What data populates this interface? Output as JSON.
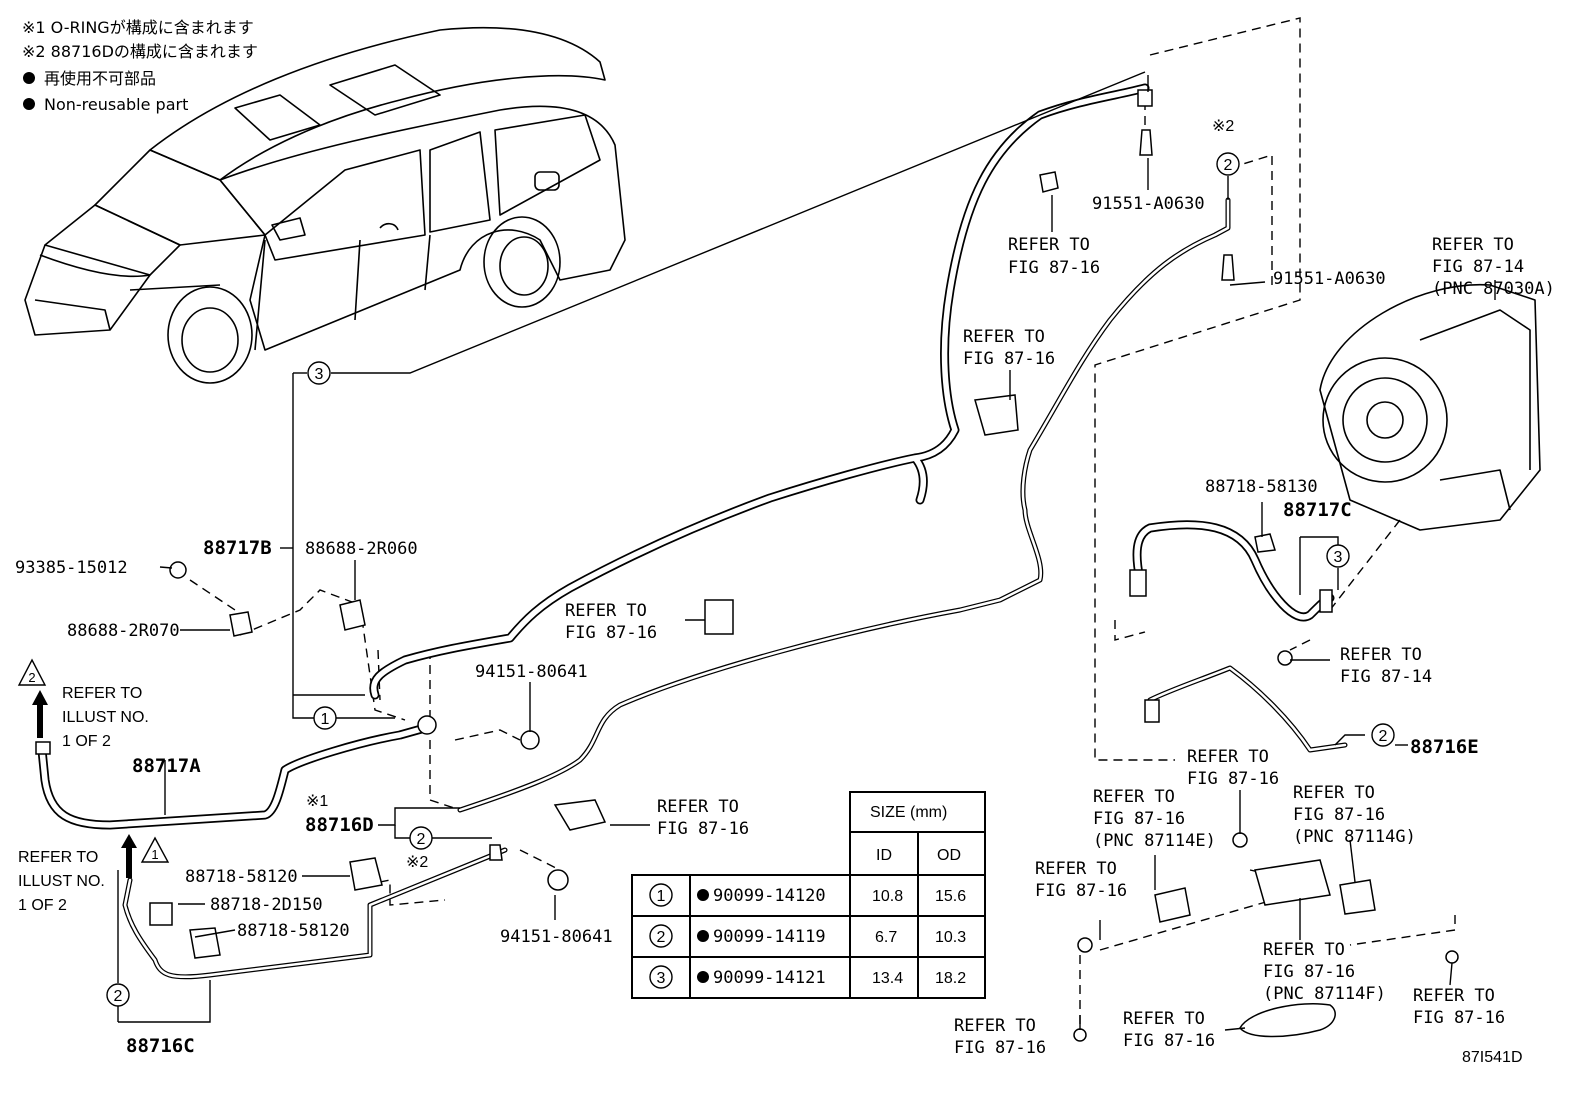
{
  "notes": {
    "note1": "※1 O-RINGが構成に含まれます",
    "note2": "※2 88716Dの構成に含まれます",
    "legend_jp": "再使用不可部品",
    "legend_en": "Non-reusable part"
  },
  "callouts": {
    "c1": "1",
    "c2": "2",
    "c3": "3",
    "tri2": "2",
    "tri1": "1",
    "mark1": "※1",
    "mark2": "※2"
  },
  "parts": {
    "p_88717B": "88717B",
    "p_88717A": "88717A",
    "p_88716D": "88716D",
    "p_88716C": "88716C",
    "p_88716E": "88716E",
    "p_88717C": "88717C",
    "p_93385": "93385-15012",
    "p_88688_2R070": "88688-2R070",
    "p_88688_2R060": "88688-2R060",
    "p_94151_a": "94151-80641",
    "p_94151_b": "94151-80641",
    "p_91551_a": "91551-A0630",
    "p_91551_b": "91551-A0630",
    "p_88718_58130": "88718-58130",
    "p_88718_58120_a": "88718-58120",
    "p_88718_2D150": "88718-2D150",
    "p_88718_58120_b": "88718-58120"
  },
  "refs": {
    "refer_to": "REFER TO",
    "fig_87_16": "FIG 87-16",
    "fig_87_14": "FIG 87-14",
    "pnc_87030A": "(PNC 87030A)",
    "pnc_87114E": "(PNC 87114E)",
    "pnc_87114G": "(PNC 87114G)",
    "pnc_87114F": "(PNC 87114F)",
    "illust_refer": "REFER TO",
    "illust_no": "ILLUST NO.",
    "illust_page": "1 OF 2"
  },
  "size_table": {
    "header": "SIZE (mm)",
    "col_id": "ID",
    "col_od": "OD",
    "rows": [
      {
        "no": "1",
        "part": "90099-14120",
        "id": "10.8",
        "od": "15.6"
      },
      {
        "no": "2",
        "part": "90099-14119",
        "id": "6.7",
        "od": "10.3"
      },
      {
        "no": "3",
        "part": "90099-14121",
        "id": "13.4",
        "od": "18.2"
      }
    ]
  },
  "figure_code": "87I541D"
}
